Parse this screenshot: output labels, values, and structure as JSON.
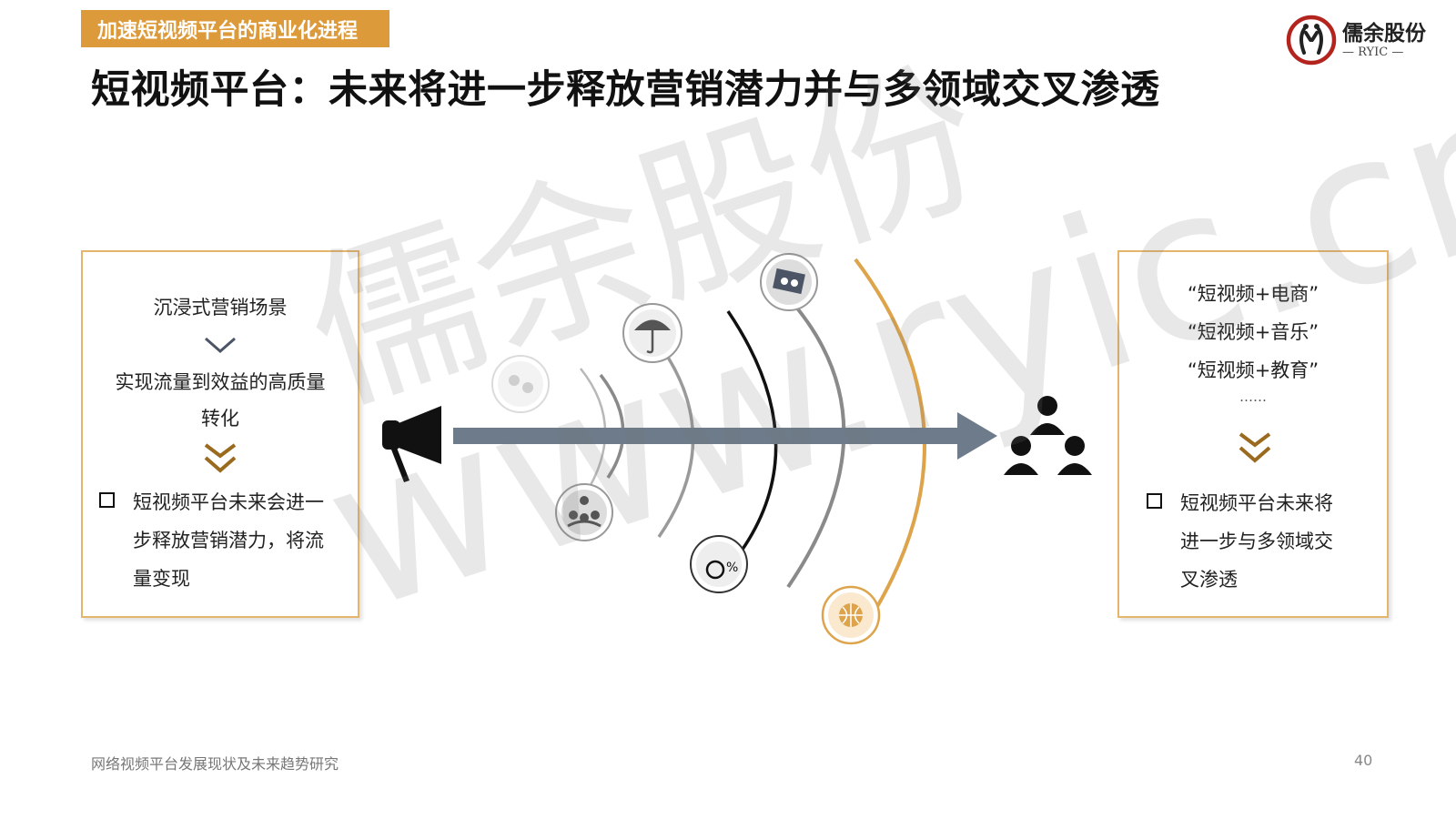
{
  "header": {
    "section_tag": "加速短视频平台的商业化进程",
    "title": "短视频平台：未来将进一步释放营销潜力并与多领域交叉渗透"
  },
  "logo": {
    "name": "儒余股份",
    "sub": "— RYIC —"
  },
  "left_panel": {
    "line1": "沉浸式营销场景",
    "line2": "实现流量到效益的高质量",
    "line3": "转化",
    "bullet_lines": [
      "短视频平台未来会进一",
      "步释放营销潜力，将流",
      "量变现"
    ]
  },
  "right_panel": {
    "items": [
      "“短视频+电商”",
      "“短视频+音乐”",
      "“短视频+教育”"
    ],
    "ellipsis": "……",
    "bullet_lines": [
      "短视频平台未来将",
      "进一步与多领域交",
      "叉渗透"
    ]
  },
  "diagram": {
    "icons": [
      "money-flow-icon",
      "umbrella-icon",
      "cash-icon",
      "people-group-icon",
      "money-bag-percent-icon",
      "globe-icon",
      "megaphone-icon",
      "audience-icon"
    ],
    "colors": {
      "arrow": "#6e7b8b",
      "accent": "#dda44c",
      "gray": "#8a8a8a",
      "dark": "#111111"
    }
  },
  "watermark": {
    "cn": "儒余股份",
    "url": "www.ryic.cn"
  },
  "footer": {
    "left": "网络视频平台发展现状及未来趋势研究",
    "page": "40"
  }
}
